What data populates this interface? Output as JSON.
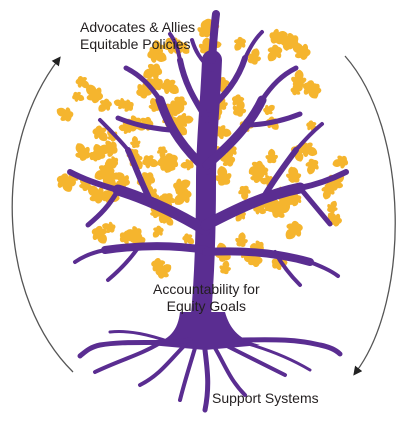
{
  "labels": {
    "top_line1": "Advocates & Allies",
    "top_line2": "Equitable Policies",
    "middle_line1": "Accountability for",
    "middle_line2": "Equity Goals",
    "bottom": "Support Systems"
  },
  "colors": {
    "trunk": "#5a2d91",
    "leaves": "#f5b52e",
    "cycle_arrow": "#555555",
    "text": "#231f20"
  }
}
